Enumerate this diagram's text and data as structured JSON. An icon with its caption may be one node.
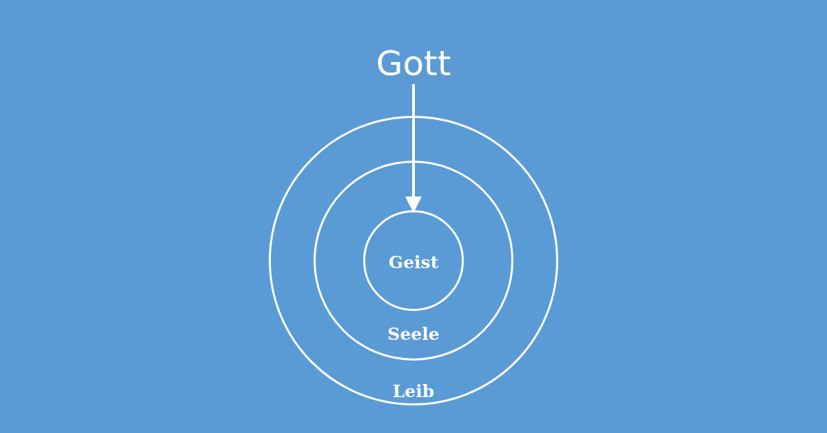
{
  "diagram": {
    "nodes": [
      {
        "text": [
          "Gott"
        ]
      },
      {
        "text": [
          "Leib"
        ]
      },
      {
        "text": [
          "Seele"
        ],
        "in": 1
      },
      {
        "text": [
          "Geist"
        ],
        "in": 2
      }
    ],
    "edges": [
      {
        "from": 0,
        "to": 3,
        "arrow": "to"
      }
    ]
  }
}
